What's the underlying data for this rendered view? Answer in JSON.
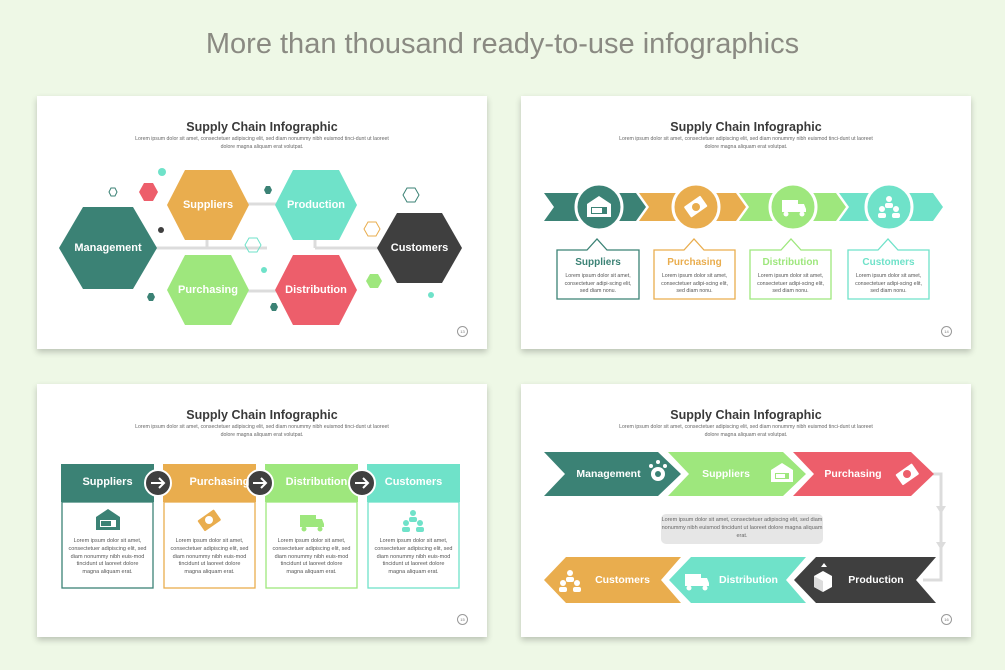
{
  "headline": "More than thousand ready-to-use infographics",
  "colors": {
    "teal": "#3b8275",
    "orange": "#e9ad4e",
    "green": "#9ee77d",
    "mint": "#6fe2c9",
    "red": "#ed5e6b",
    "dark": "#3f3f3f"
  },
  "slides": [
    {
      "title": "Supply Chain Infographic",
      "subtitle": "Lorem ipsum dolor sit amet, consectetuer adipiscing elit, sed diam nonummy nibh euismod tinci-dunt ut laoreet dolore magna aliquam erat volutpat.",
      "page": "13",
      "nodes": [
        "Management",
        "Suppliers",
        "Production",
        "Purchasing",
        "Distribution",
        "Customers"
      ]
    },
    {
      "title": "Supply Chain Infographic",
      "subtitle": "Lorem ipsum dolor sit amet, consectetuer adipiscing elit, sed diam nonummy nibh euismod tinci-dunt ut laoreet dolore magna aliquam erat volutpat.",
      "page": "14",
      "steps": [
        {
          "label": "Suppliers",
          "text": "Lorem ipsum dolor sit amet, consectetuer adipi-scing elit, sed diam nonu.",
          "icon": "warehouse-truck-icon"
        },
        {
          "label": "Purchasing",
          "text": "Lorem ipsum dolor sit amet, consectetuer adipi-scing elit, sed diam nonu.",
          "icon": "money-icon"
        },
        {
          "label": "Distribution",
          "text": "Lorem ipsum dolor sit amet, consectetuer adipi-scing elit, sed diam nonu.",
          "icon": "delivery-truck-icon"
        },
        {
          "label": "Customers",
          "text": "Lorem ipsum dolor sit amet, consectetuer adipi-scing elit, sed diam nonu.",
          "icon": "people-icon"
        }
      ]
    },
    {
      "title": "Supply Chain Infographic",
      "subtitle": "Lorem ipsum dolor sit amet, consectetuer adipiscing elit, sed diam nonummy nibh euismod tinci-dunt ut laoreet dolore magna aliquam erat volutpat.",
      "page": "15",
      "columns": [
        {
          "label": "Suppliers",
          "text": "Lorem ipsum dolor sit amet, consectetuer adipiscing elit, sed diam nonummy nibh euis-mod tincidunt ut laoreet dolore magna aliquam erat.",
          "icon": "warehouse-truck-icon"
        },
        {
          "label": "Purchasing",
          "text": "Lorem ipsum dolor sit amet, consectetuer adipiscing elit, sed diam nonummy nibh euis-mod tincidunt ut laoreet dolore magna aliquam erat.",
          "icon": "money-icon"
        },
        {
          "label": "Distribution",
          "text": "Lorem ipsum dolor sit amet, consectetuer adipiscing elit, sed diam nonummy nibh euis-mod tincidunt ut laoreet dolore magna aliquam erat.",
          "icon": "delivery-truck-icon"
        },
        {
          "label": "Customers",
          "text": "Lorem ipsum dolor sit amet, consectetuer adipiscing elit, sed diam nonummy nibh euis-mod tincidunt ut laoreet dolore magna aliquam erat.",
          "icon": "people-icon"
        }
      ]
    },
    {
      "title": "Supply Chain Infographic",
      "subtitle": "Lorem ipsum dolor sit amet, consectetuer adipiscing elit, sed diam nonummy nibh euismod tinci-dunt ut laoreet dolore magna aliquam erat volutpat.",
      "page": "16",
      "top_row": [
        "Management",
        "Suppliers",
        "Purchasing"
      ],
      "bottom_row": [
        "Customers",
        "Distribution",
        "Production"
      ],
      "note": "Lorem ipsum dolor sit amet, consectetuer adipiscing elit, sed diam nonummy nibh euismod tincidunt ut laoreet dolore magna aliquam erat."
    }
  ]
}
